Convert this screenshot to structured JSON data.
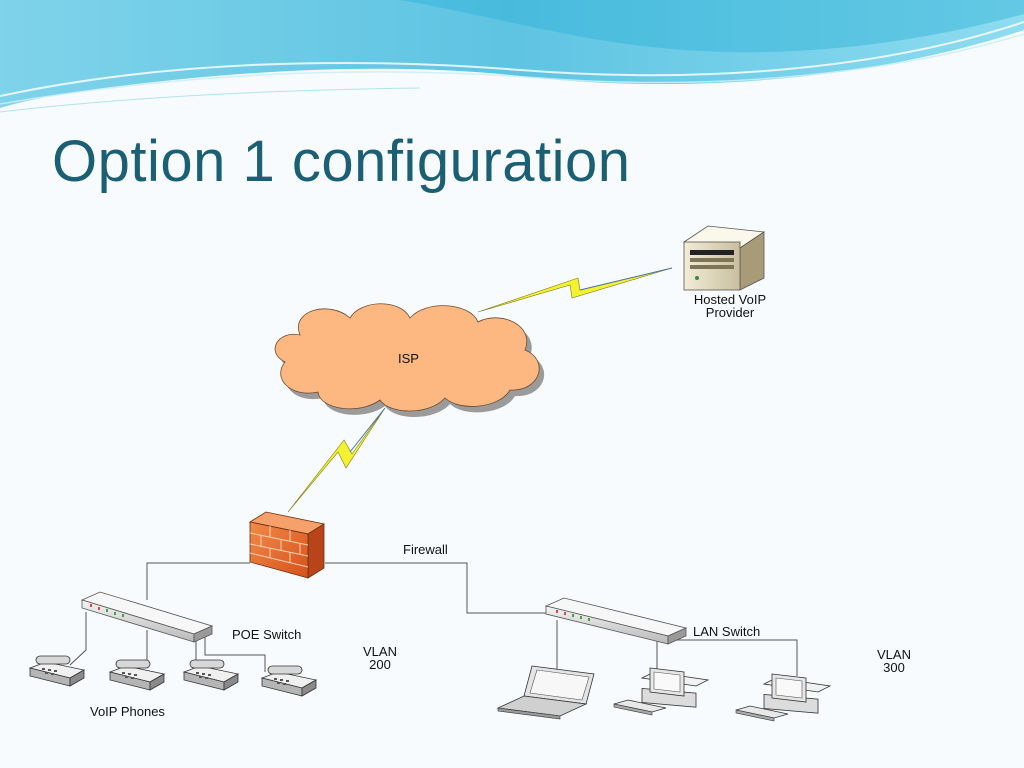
{
  "slide": {
    "title": "Option 1 configuration"
  },
  "diagram": {
    "nodes": {
      "provider": {
        "label": "Hosted VoIP\nProvider",
        "icon": "server-icon"
      },
      "isp": {
        "label": "ISP",
        "icon": "cloud-icon",
        "color": "#fdb882"
      },
      "firewall": {
        "label": "Firewall",
        "icon": "firewall-icon",
        "color": "#e8672a"
      },
      "poe_switch": {
        "label": "POE Switch",
        "icon": "switch-icon"
      },
      "lan_switch": {
        "label": "LAN Switch",
        "icon": "switch-icon"
      },
      "phones": {
        "label": "VoIP Phones",
        "icon": "phone-icon",
        "count": 4
      },
      "vlan_phones": {
        "label": "VLAN\n200"
      },
      "vlan_lan": {
        "label": "VLAN\n300"
      },
      "lan_devices": {
        "icons": [
          "laptop-icon",
          "desktop-icon",
          "desktop-icon"
        ]
      }
    },
    "links": [
      {
        "from": "isp",
        "to": "provider",
        "type": "wireless"
      },
      {
        "from": "firewall",
        "to": "isp",
        "type": "wireless"
      },
      {
        "from": "firewall",
        "to": "poe_switch",
        "type": "wired"
      },
      {
        "from": "firewall",
        "to": "lan_switch",
        "type": "wired"
      },
      {
        "from": "poe_switch",
        "to": "phones",
        "type": "wired"
      },
      {
        "from": "lan_switch",
        "to": "lan_devices",
        "type": "wired"
      }
    ]
  },
  "colors": {
    "title": "#1a5f74",
    "banner": "#5bc3e0",
    "lightning": "#f4f230"
  }
}
